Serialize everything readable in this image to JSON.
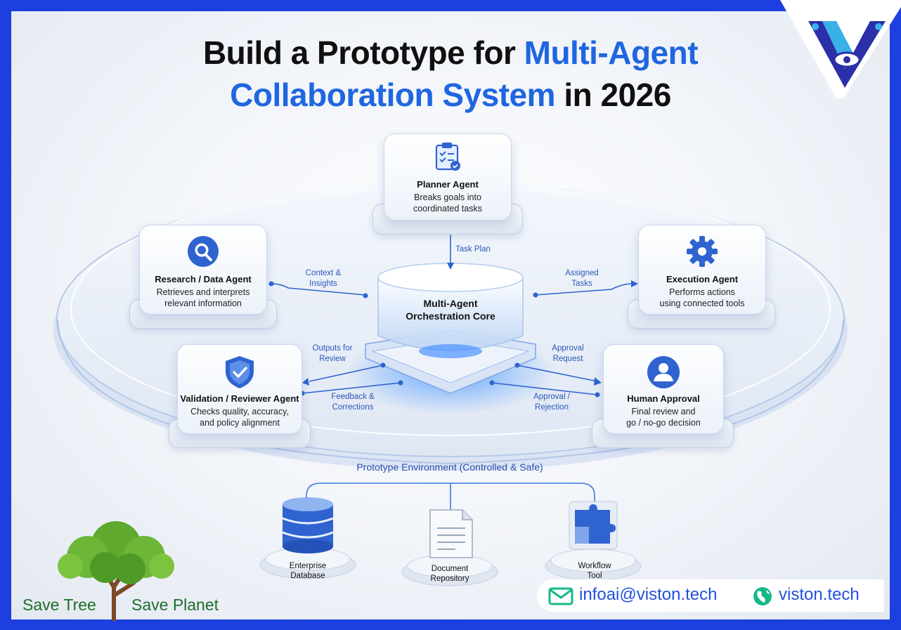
{
  "title": {
    "line1_a": "Build a Prototype for ",
    "line1_b": "Multi-Agent",
    "line2_a": "Collaboration System",
    "line2_b": " in 2026"
  },
  "core": {
    "line1": "Multi-Agent",
    "line2": "Orchestration Core"
  },
  "agents": {
    "planner": {
      "title": "Planner Agent",
      "desc1": "Breaks goals into",
      "desc2": "coordinated tasks",
      "icon": "clipboard-checklist-icon"
    },
    "research": {
      "title": "Research / Data Agent",
      "desc1": "Retrieves and interprets",
      "desc2": "relevant information",
      "icon": "magnifier-icon"
    },
    "execution": {
      "title": "Execution Agent",
      "desc1": "Performs actions",
      "desc2": "using connected tools",
      "icon": "gear-icon"
    },
    "validation": {
      "title": "Validation / Reviewer Agent",
      "desc1": "Checks quality, accuracy,",
      "desc2": "and policy alignment",
      "icon": "shield-check-icon"
    },
    "human": {
      "title": "Human Approval",
      "desc1": "Final review and",
      "desc2": "go / no-go decision",
      "icon": "person-icon"
    }
  },
  "flows": {
    "task_plan": "Task Plan",
    "context_1": "Context &",
    "context_2": "Insights",
    "assigned_1": "Assigned",
    "assigned_2": "Tasks",
    "outputs_1": "Outputs for",
    "outputs_2": "Review",
    "feedback_1": "Feedback &",
    "feedback_2": "Corrections",
    "approval_req_1": "Approval",
    "approval_req_2": "Request",
    "approval_rej_1": "Approval /",
    "approval_rej_2": "Rejection"
  },
  "environment": "Prototype Environment (Controlled & Safe)",
  "tools": [
    {
      "line1": "Enterprise",
      "line2": "Database",
      "icon": "database-icon"
    },
    {
      "line1": "Document",
      "line2": "Repository",
      "icon": "document-icon"
    },
    {
      "line1": "Workflow",
      "line2": "Tool",
      "icon": "puzzle-icon"
    }
  ],
  "footer": {
    "email": "infoai@viston.tech",
    "website": "viston.tech",
    "save_tree": "Save Tree",
    "save_planet": "Save Planet"
  },
  "colors": {
    "frame": "#1d3fe0",
    "accent": "#1f66e0",
    "green": "#1f6e2a"
  }
}
